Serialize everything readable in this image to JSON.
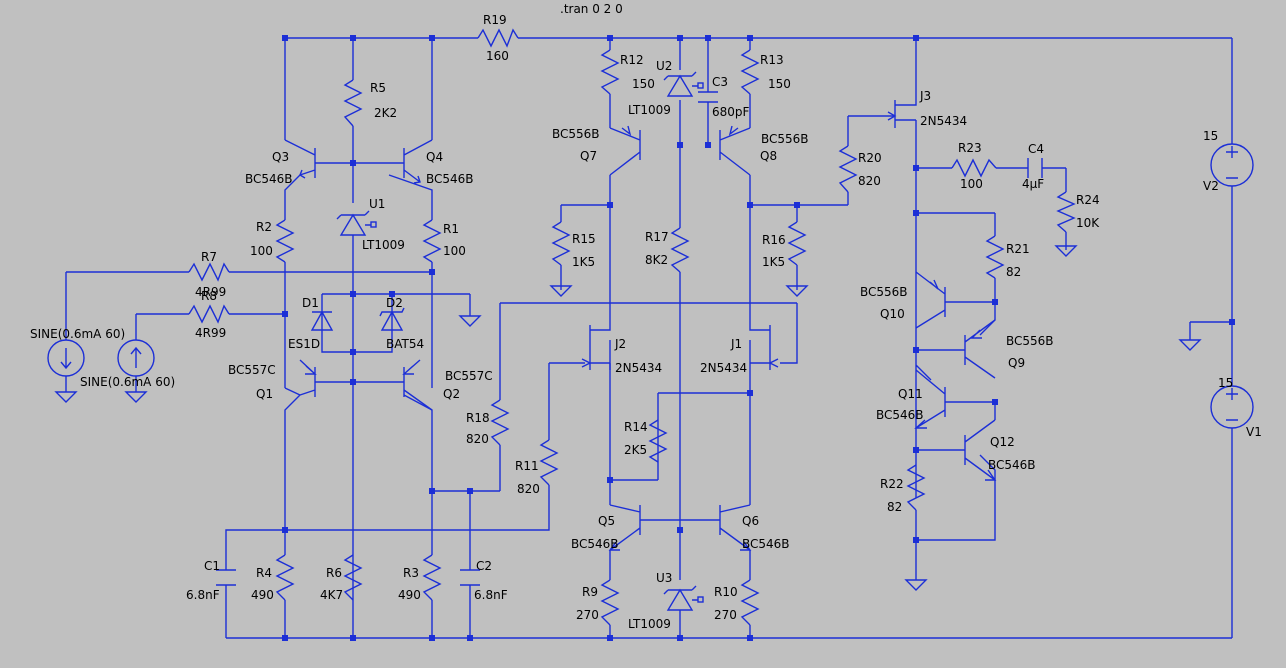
{
  "directive": ".tran 0 2 0",
  "resistors": [
    {
      "ref": "R19",
      "value": "160"
    },
    {
      "ref": "R5",
      "value": "2K2"
    },
    {
      "ref": "R12",
      "value": "150"
    },
    {
      "ref": "R13",
      "value": "150"
    },
    {
      "ref": "R2",
      "value": "100"
    },
    {
      "ref": "R1",
      "value": "100"
    },
    {
      "ref": "R7",
      "value": "4R99"
    },
    {
      "ref": "R8",
      "value": "4R99"
    },
    {
      "ref": "R20",
      "value": "820"
    },
    {
      "ref": "R23",
      "value": "100"
    },
    {
      "ref": "R24",
      "value": "10K"
    },
    {
      "ref": "R15",
      "value": "1K5"
    },
    {
      "ref": "R17",
      "value": "8K2"
    },
    {
      "ref": "R16",
      "value": "1K5"
    },
    {
      "ref": "R21",
      "value": "82"
    },
    {
      "ref": "R18",
      "value": "820"
    },
    {
      "ref": "R11",
      "value": "820"
    },
    {
      "ref": "R14",
      "value": "2K5"
    },
    {
      "ref": "R22",
      "value": "82"
    },
    {
      "ref": "R4",
      "value": "490"
    },
    {
      "ref": "R6",
      "value": "4K7"
    },
    {
      "ref": "R3",
      "value": "490"
    },
    {
      "ref": "R9",
      "value": "270"
    },
    {
      "ref": "R10",
      "value": "270"
    }
  ],
  "capacitors": [
    {
      "ref": "C3",
      "value": "680pF"
    },
    {
      "ref": "C4",
      "value": "4µF"
    },
    {
      "ref": "C1",
      "value": "6.8nF"
    },
    {
      "ref": "C2",
      "value": "6.8nF"
    }
  ],
  "transistors": [
    {
      "ref": "Q3",
      "model": "BC546B"
    },
    {
      "ref": "Q4",
      "model": "BC546B"
    },
    {
      "ref": "Q7",
      "model": "BC556B"
    },
    {
      "ref": "Q8",
      "model": "BC556B"
    },
    {
      "ref": "Q1",
      "model": "BC557C"
    },
    {
      "ref": "Q2",
      "model": "BC557C"
    },
    {
      "ref": "Q10",
      "model": "BC556B"
    },
    {
      "ref": "Q9",
      "model": "BC556B"
    },
    {
      "ref": "Q11",
      "model": "BC546B"
    },
    {
      "ref": "Q12",
      "model": "BC546B"
    },
    {
      "ref": "Q5",
      "model": "BC546B"
    },
    {
      "ref": "Q6",
      "model": "BC546B"
    }
  ],
  "jfets": [
    {
      "ref": "J3",
      "model": "2N5434"
    },
    {
      "ref": "J2",
      "model": "2N5434"
    },
    {
      "ref": "J1",
      "model": "2N5434"
    }
  ],
  "references": [
    {
      "ref": "U2",
      "model": "LT1009"
    },
    {
      "ref": "U1",
      "model": "LT1009"
    },
    {
      "ref": "U3",
      "model": "LT1009"
    }
  ],
  "diodes": [
    {
      "ref": "D1",
      "model": "ES1D"
    },
    {
      "ref": "D2",
      "model": "BAT54"
    }
  ],
  "sources": [
    {
      "ref": "V2",
      "value": "15"
    },
    {
      "ref": "V1",
      "value": "15"
    }
  ],
  "current_sources": [
    {
      "label": "SINE(0.6mA 60)"
    },
    {
      "label": "SINE(0.6mA 60)"
    }
  ]
}
